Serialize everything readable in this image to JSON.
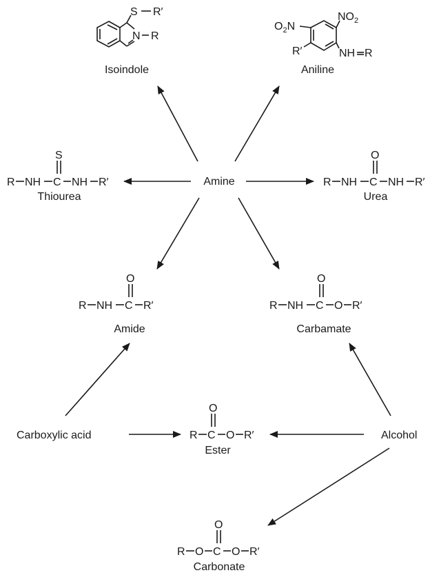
{
  "nodes": {
    "amine": "Amine",
    "carboxylic_acid": "Carboxylic acid",
    "alcohol": "Alcohol"
  },
  "products": {
    "isoindole": {
      "name": "Isoindole",
      "s": "S",
      "r_prime": "R′",
      "n": "N",
      "r": "R"
    },
    "aniline": {
      "name": "Aniline",
      "o2n_o": "O",
      "o2n_2": "2",
      "o2n_n": "N",
      "no2_n": "NO",
      "no2_2": "2",
      "r_prime": "R′",
      "nh": "NH",
      "r": "R"
    },
    "thiourea": {
      "name": "Thiourea",
      "r": "R",
      "nh1": "NH",
      "c": "C",
      "s": "S",
      "nh2": "NH",
      "r_prime": "R′"
    },
    "urea": {
      "name": "Urea",
      "r": "R",
      "nh1": "NH",
      "c": "C",
      "o": "O",
      "nh2": "NH",
      "r_prime": "R′"
    },
    "amide": {
      "name": "Amide",
      "r": "R",
      "nh": "NH",
      "c": "C",
      "o": "O",
      "r_prime": "R′"
    },
    "carbamate": {
      "name": "Carbamate",
      "r": "R",
      "nh": "NH",
      "c": "C",
      "o_top": "O",
      "o": "O",
      "r_prime": "R′"
    },
    "ester": {
      "name": "Ester",
      "r": "R",
      "c": "C",
      "o_top": "O",
      "o": "O",
      "r_prime": "R′"
    },
    "carbonate": {
      "name": "Carbonate",
      "r": "R",
      "o1": "O",
      "c": "C",
      "o_top": "O",
      "o2": "O",
      "r_prime": "R′"
    }
  }
}
